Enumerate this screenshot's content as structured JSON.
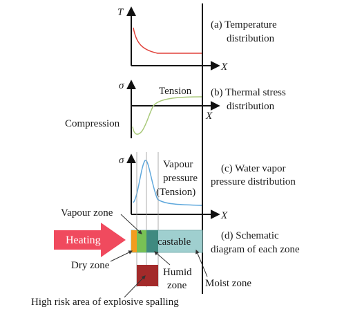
{
  "panels": {
    "a": {
      "y_axis_symbol": "T",
      "x_axis_symbol": "X",
      "caption_line1": "(a) Temperature",
      "caption_line2": "distribution",
      "curve_color": "#e0413a"
    },
    "b": {
      "y_axis_symbol": "σ",
      "x_axis_symbol": "X",
      "tension_label": "Tension",
      "compression_label": "Compression",
      "caption_line1": "(b) Thermal stress",
      "caption_line2": "distribution",
      "curve_color": "#a9c97a"
    },
    "c": {
      "y_axis_symbol": "σ",
      "x_axis_symbol": "X",
      "curve_label_line1": "Vapour",
      "curve_label_line2": "pressure",
      "curve_label_line3": "(Tension)",
      "caption_line1": "(c) Water vapor",
      "caption_line2": "pressure distribution",
      "curve_color": "#5fa8dc"
    },
    "d": {
      "heating_label": "Heating",
      "castable_label": "castable",
      "vapour_zone_label": "Vapour zone",
      "dry_zone_label": "Dry zone",
      "humid_zone_line1": "Humid",
      "humid_zone_line2": "zone",
      "moist_zone_label": "Moist zone",
      "caption_line1": "(d) Schematic",
      "caption_line2": "diagram of each zone",
      "risk_label": "High risk area of explosive spalling",
      "colors": {
        "heating_arrow": "#f04a5e",
        "dry": "#f39c1f",
        "vapour": "#78c155",
        "humid": "#3f8a80",
        "moist": "#9fcfcf",
        "risk": "#a32a2a"
      }
    }
  }
}
